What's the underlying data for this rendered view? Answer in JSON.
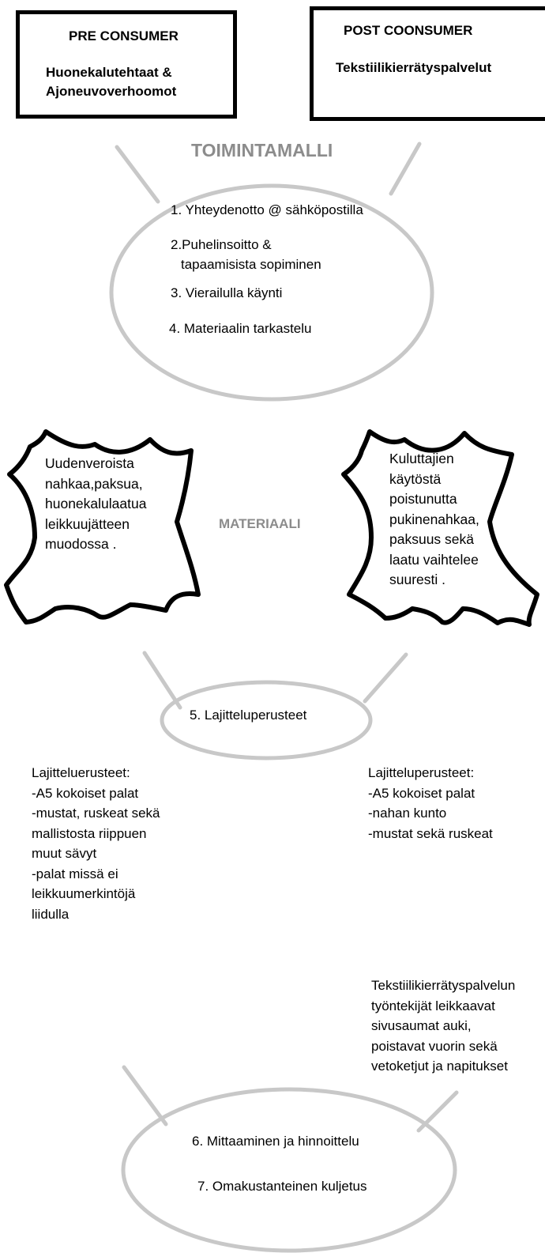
{
  "pre_consumer": {
    "title": "PRE CONSUMER",
    "line1": "Huonekalutehtaat &",
    "line2": "Ajoneuvoverhoomot"
  },
  "post_consumer": {
    "title": "POST COONSUMER",
    "line1": "Tekstiilikierrätyspalvelut"
  },
  "toimintamalli": {
    "heading": "TOIMINTAMALLI",
    "step1": "1. Yhteydenotto @ sähköpostilla",
    "step2_line1": "2.Puhelinsoitto &",
    "step2_line2": "tapaamisista sopiminen",
    "step3": "3. Vierailulla käynti",
    "step4": "4. Materiaalin tarkastelu"
  },
  "materiaali": {
    "heading": "MATERIAALI",
    "left_text": "Uudenveroista\nnahkaa,paksua,\nhuonekalulaatua\nleikkuujätteen\nmuodossa .",
    "right_text": "Kuluttajien\nkäytöstä\npoistunutta\npukinenahkaa,\npaksuus sekä\nlaatu vaihtelee\nsuuresti ."
  },
  "lajittelu": {
    "step5": "5. Lajitteluperusteet",
    "left_list": "Lajitteluerusteet:\n-A5 kokoiset palat\n-mustat, ruskeat sekä\nmallistosta riippuen\nmuut sävyt\n-palat missä ei\nleikkuumerkintöjä\nliidulla",
    "right_list": "Lajitteluperusteet:\n-A5 kokoiset palat\n-nahan kunto\n-mustat sekä ruskeat"
  },
  "tekstiili_note": "Tekstiilikierrätyspalvelun\ntyöntekijät leikkaavat\nsivusaumat auki,\npoistavat vuorin sekä\nvetoketjut ja napitukset",
  "final": {
    "step6": "6. Mittaaminen ja hinnoittelu",
    "step7": "7. Omakustanteinen kuljetus"
  },
  "colors": {
    "connector": "#c8c8c8",
    "ellipse_stroke": "#c8c8c8",
    "heading_gray": "#8c8c8c",
    "outline": "#000000"
  }
}
